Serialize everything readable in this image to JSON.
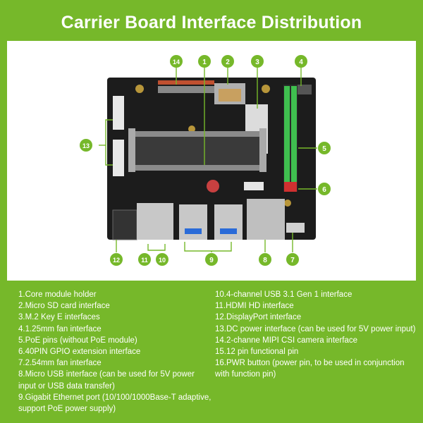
{
  "title": "Carrier Board Interface Distribution",
  "callouts": [
    "1",
    "2",
    "3",
    "4",
    "5",
    "6",
    "7",
    "8",
    "9",
    "10",
    "11",
    "12",
    "13",
    "14"
  ],
  "legend_left": [
    "1.Core module holder",
    "2.Micro SD card interface",
    "3.M.2 Key E interfaces",
    "4.1.25mm fan interface",
    "5.PoE pins (without PoE module)",
    "6.40PIN GPIO extension interface",
    "7.2.54mm fan interface",
    "8.Micro USB interface (can be used for 5V power input or USB data transfer)",
    "9.Gigabit Ethernet port (10/100/1000Base-T adaptive, support PoE power supply)"
  ],
  "legend_right": [
    "10.4-channel USB 3.1 Gen 1 interface",
    "11.HDMI HD interface",
    "12.DisplayPort interface",
    "13.DC power interface (can be used for 5V power input)",
    "14.2-channe MIPI CSI camera interface",
    "15.12 pin functional pin",
    "16.PWR button (power pin, to be used in conjunction with function pin)"
  ],
  "colors": {
    "brand_green": "#76b82a",
    "board": "#1c1c1c",
    "callout_fill": "#76b82a",
    "callout_text": "#ffffff"
  }
}
